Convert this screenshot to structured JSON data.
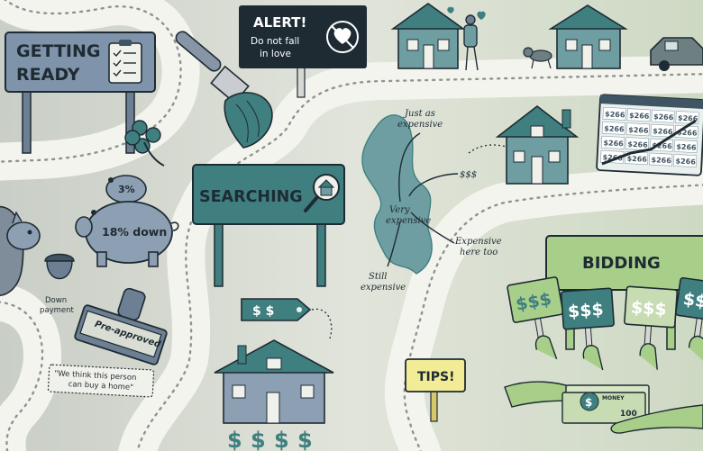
{
  "signs": {
    "getting_ready": [
      "GETTING",
      "READY"
    ],
    "alert_title": "ALERT!",
    "alert_lines": [
      "Do not fall",
      "in love"
    ],
    "searching": "SEARCHING",
    "bidding": "BIDDING",
    "tips": "TIPS!"
  },
  "savings": {
    "pig_small": "3%",
    "pig_large": "18% down",
    "down_payment": [
      "Down",
      "payment"
    ],
    "preapproved": "Pre-approved",
    "quote": [
      "\"We think this person",
      "can buy a home\""
    ]
  },
  "market": {
    "just_as": [
      "Just as",
      "expensive"
    ],
    "dollars": "$$$",
    "very": [
      "Very",
      "expensive"
    ],
    "here_too": [
      "Expensive",
      "here too"
    ],
    "still": [
      "Still",
      "expensive"
    ]
  },
  "price_tag": "$ $",
  "calendar_value": "$266",
  "bid_paddle": "$$$",
  "cash_label": "MONEY",
  "cash_value": "100",
  "colors": {
    "background": "#d9ddd3",
    "road": "#f4f4ef",
    "sign_blue": "#7f93aa",
    "teal": "#3f7f80",
    "dark": "#1e2b33",
    "green": "#a8cf8a",
    "tips_yellow": "#f2ec96",
    "house_teal": "#6e9ea1"
  }
}
